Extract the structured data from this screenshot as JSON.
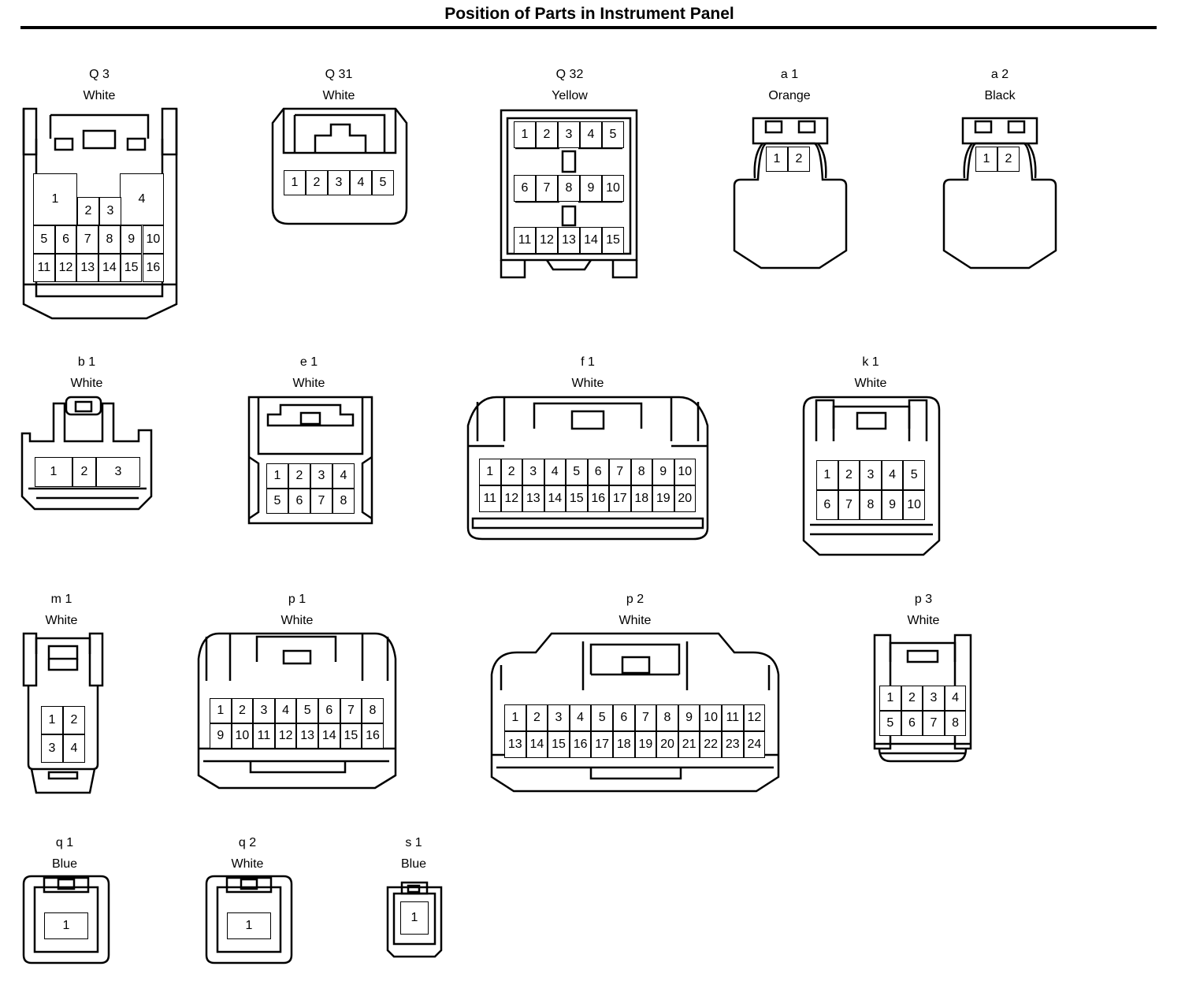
{
  "title": "Position of Parts in Instrument Panel",
  "connectors": [
    {
      "id": "Q 3",
      "color": "White"
    },
    {
      "id": "Q 31",
      "color": "White"
    },
    {
      "id": "Q 32",
      "color": "Yellow"
    },
    {
      "id": "a 1",
      "color": "Orange"
    },
    {
      "id": "a 2",
      "color": "Black"
    },
    {
      "id": "b 1",
      "color": "White"
    },
    {
      "id": "e 1",
      "color": "White"
    },
    {
      "id": "f 1",
      "color": "White"
    },
    {
      "id": "k 1",
      "color": "White"
    },
    {
      "id": "m 1",
      "color": "White"
    },
    {
      "id": "p 1",
      "color": "White"
    },
    {
      "id": "p 2",
      "color": "White"
    },
    {
      "id": "p 3",
      "color": "White"
    },
    {
      "id": "q 1",
      "color": "Blue"
    },
    {
      "id": "q 2",
      "color": "White"
    },
    {
      "id": "s 1",
      "color": "Blue"
    }
  ]
}
